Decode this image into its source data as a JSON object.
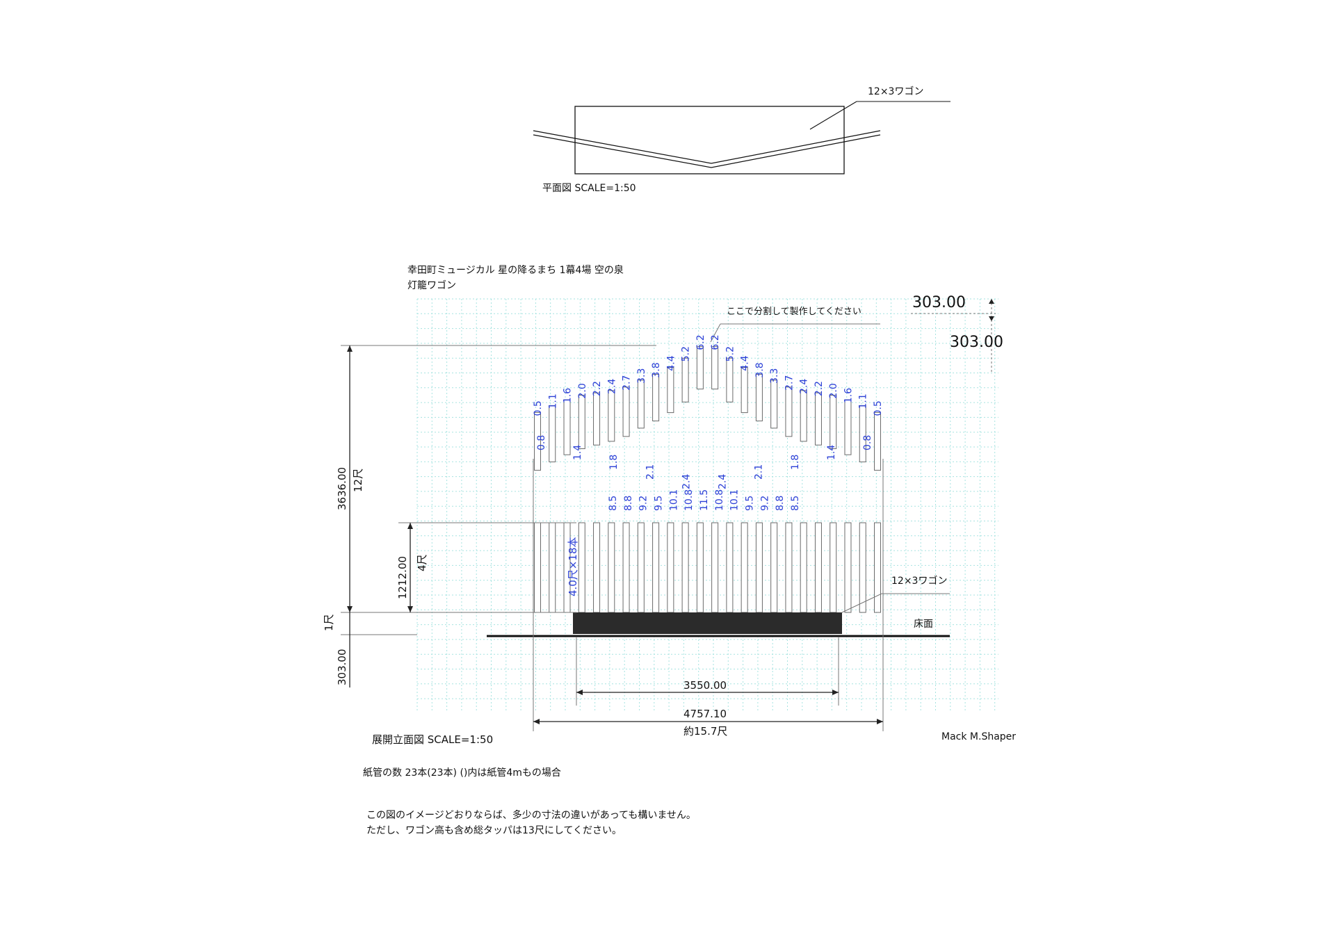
{
  "plan": {
    "wagon_label": "12×3ワゴン",
    "caption": "平面図 SCALE=1:50"
  },
  "title": {
    "line1": "幸田町ミュージカル 星の降るまち 1幕4場 空の泉",
    "line2": "灯籠ワゴン"
  },
  "elevation": {
    "split_note": "ここで分割して製作してください",
    "grid_label_horizontal": "303.00",
    "grid_label_vertical": "303.00",
    "top_values": [
      "0.5",
      "1.1",
      "1.6",
      "2.0",
      "2.2",
      "2.4",
      "2.7",
      "3.3",
      "3.8",
      "4.4",
      "5.2",
      "6.2",
      "6.2",
      "5.2",
      "4.4",
      "3.8",
      "3.3",
      "2.7",
      "2.4",
      "2.2",
      "2.0",
      "1.6",
      "1.1",
      "0.5"
    ],
    "mid_values": [
      "0.8",
      "1.4",
      "1.8",
      "2.1",
      "2.4",
      "2.4",
      "2.1",
      "1.8",
      "1.4",
      "0.8"
    ],
    "low_values": [
      "8.5",
      "8.8",
      "9.2",
      "9.5",
      "10.1",
      "10.8",
      "11.5",
      "10.8",
      "10.1",
      "9.5",
      "9.2",
      "8.8",
      "8.5"
    ],
    "tube_note": "4.0尺×18本",
    "wagon_label": "12×3ワゴン",
    "floor_label": "床面",
    "dim_total_height": "3636.00",
    "dim_total_height_shaku": "12尺",
    "dim_lower_height": "1212.00",
    "dim_lower_height_shaku": "4尺",
    "dim_wagon_shaku": "1尺",
    "dim_wagon_height": "303.00",
    "dim_wagon_width": "3550.00",
    "dim_total_width": "4757.10",
    "dim_total_width_shaku": "約15.7尺"
  },
  "caption": "展開立面図 SCALE=1:50",
  "author": "Mack M.Shaper",
  "notes": {
    "tube_count": "紙管の数 23本(23本) ()内は紙管4mもの場合",
    "line1": "この図のイメージどおりならば、多少の寸法の違いがあっても構いません。",
    "line2": "ただし、ワゴン高も含め総タッパは13尺にしてください。"
  }
}
